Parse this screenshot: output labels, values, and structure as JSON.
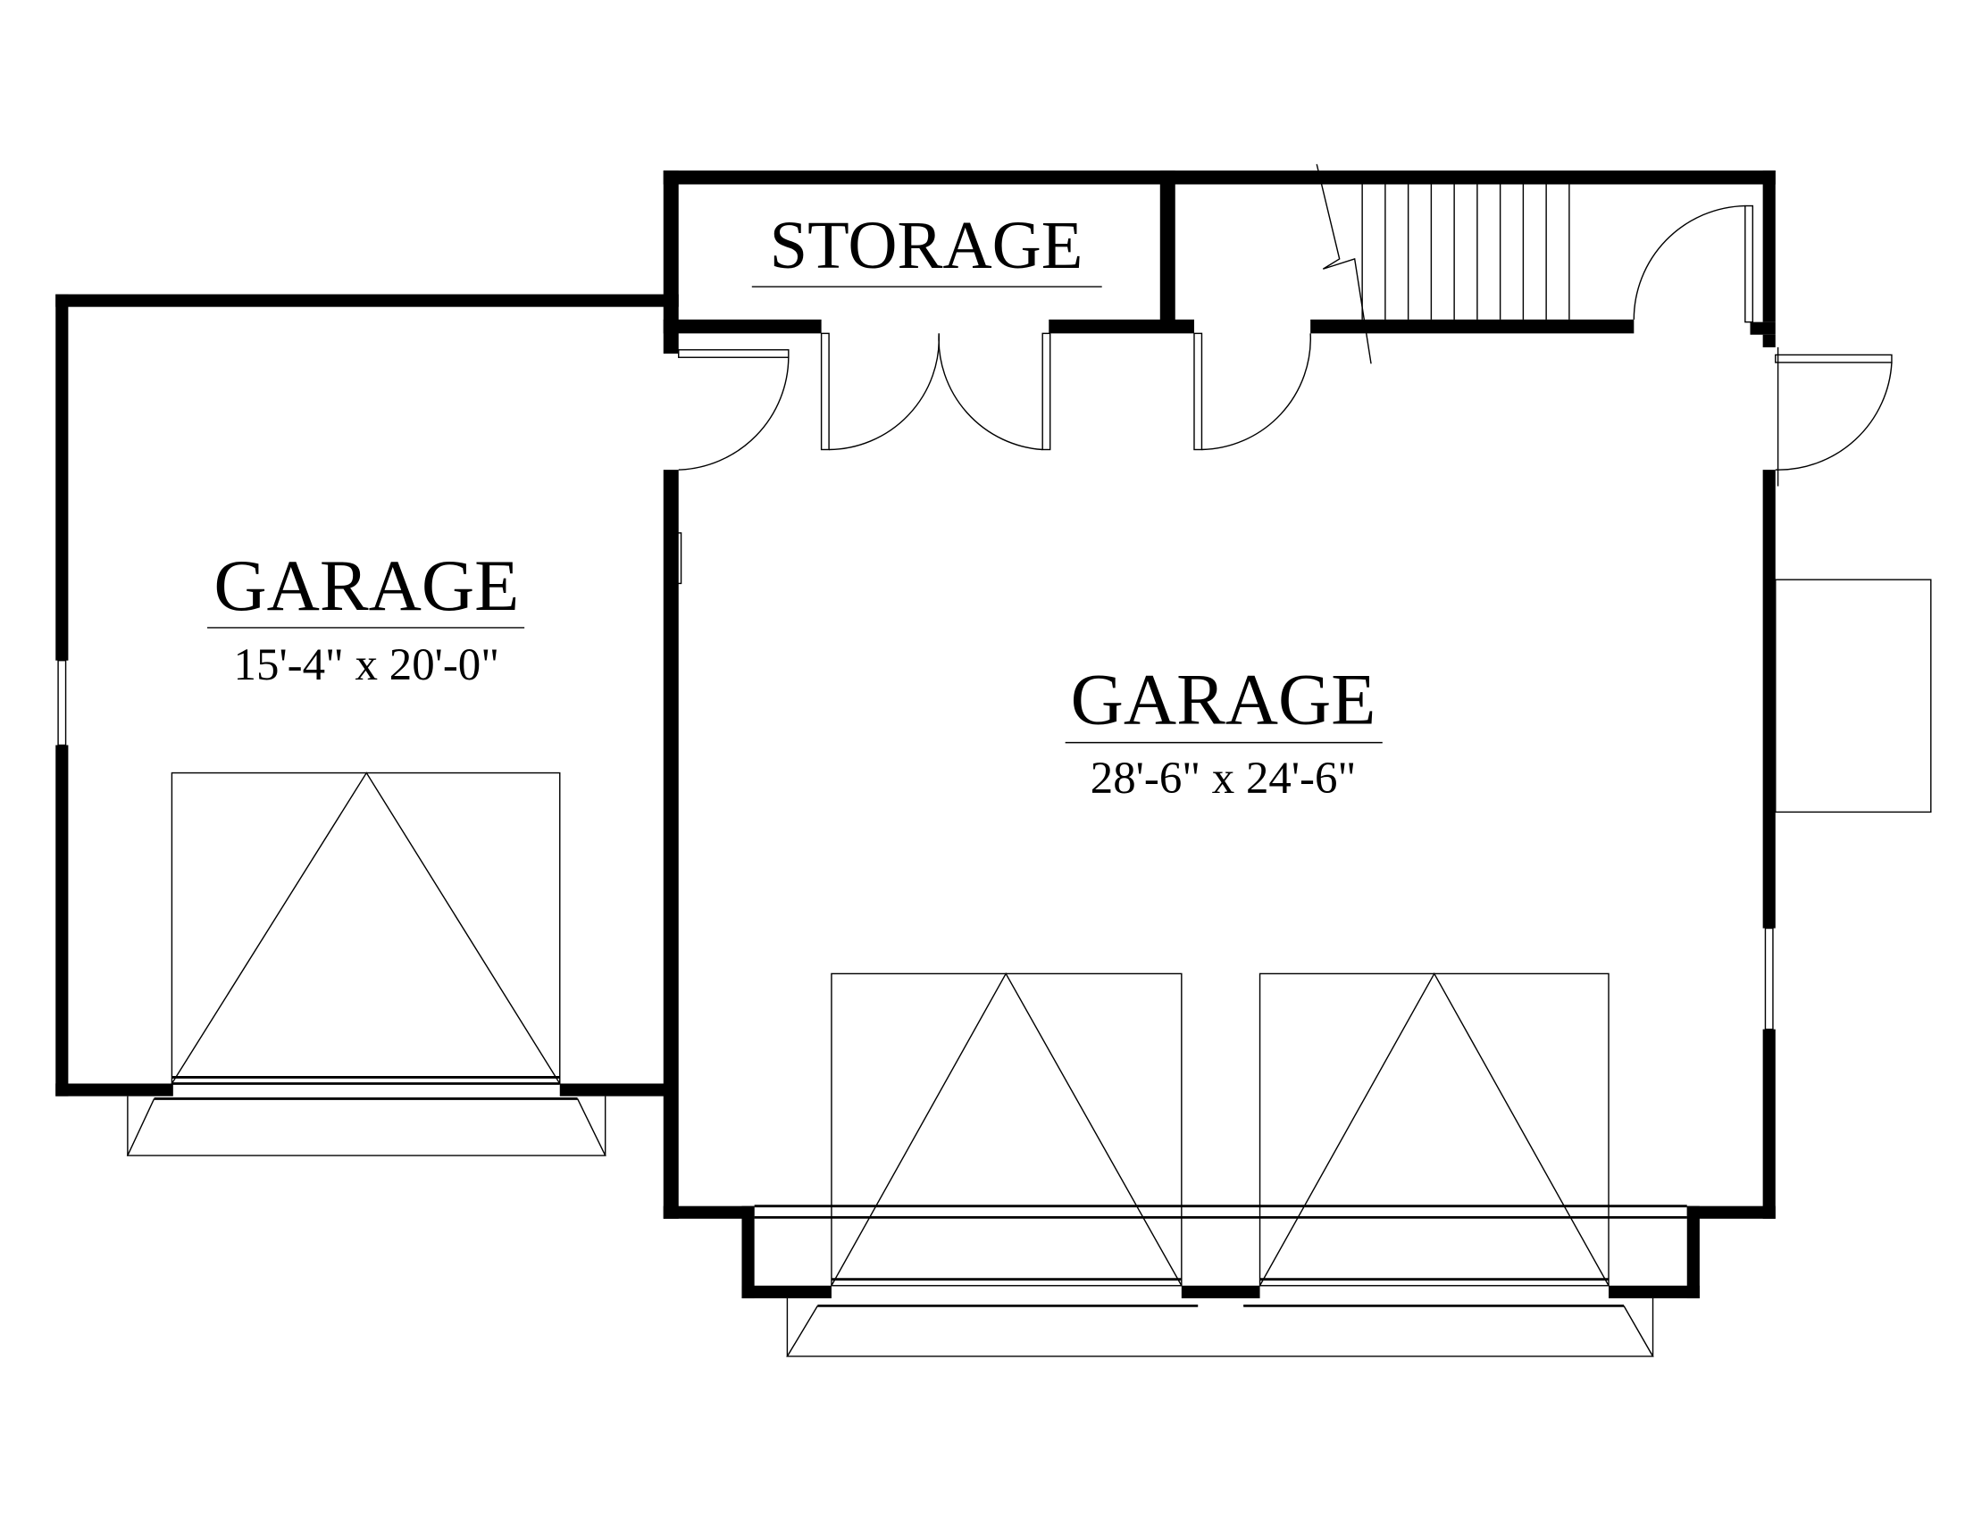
{
  "rooms": {
    "storage": {
      "name": "STORAGE"
    },
    "garage_left": {
      "name": "GARAGE",
      "dimensions": "15'-4\" x 20'-0\""
    },
    "garage_main": {
      "name": "GARAGE",
      "dimensions": "28'-6\" x 24'-6\""
    }
  },
  "colors": {
    "line": "#000000",
    "background": "#ffffff"
  }
}
